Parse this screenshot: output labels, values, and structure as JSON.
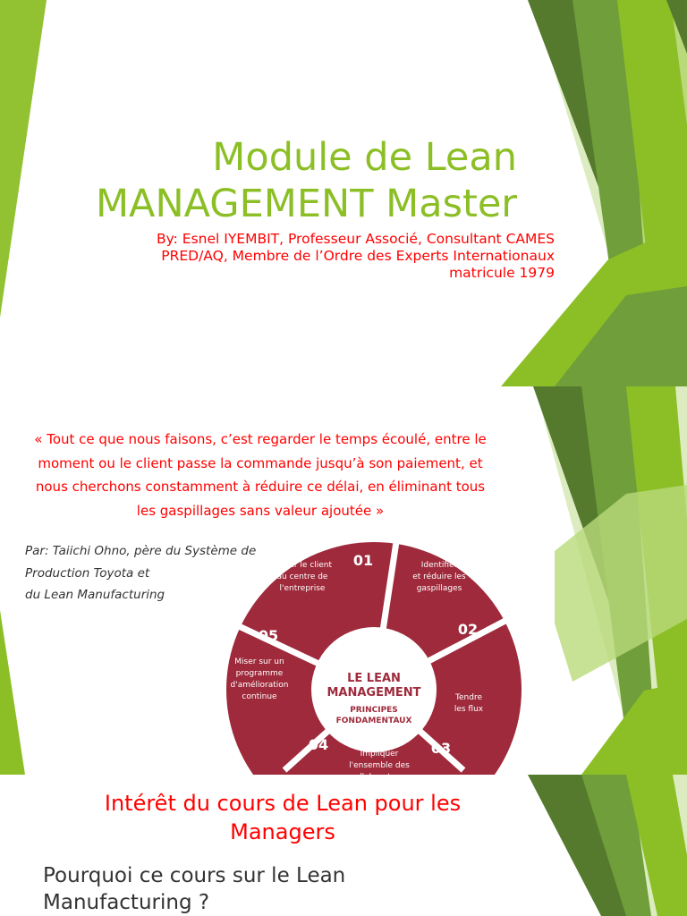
{
  "slide1": {
    "title_line1": "Module de Lean",
    "title_line2": "MANAGEMENT Master",
    "author_line1": "By: Esnel IYEMBIT, Professeur Associé, Consultant CAMES",
    "author_line2": "PRED/AQ, Membre de l’Ordre des Experts Internationaux",
    "author_line3": "matricule  1979"
  },
  "slide2": {
    "quote_line1": "« Tout ce que nous faisons, c’est regarder le temps écoulé, entre le",
    "quote_line2": "moment ou le client passe la commande jusqu’à son paiement, et",
    "quote_line3": "nous cherchons constamment à réduire ce délai, en éliminant tous",
    "quote_line4": "les gaspillages sans valeur ajoutée »",
    "byline_line1": "Par: Taiichi Ohno, père du Système de",
    "byline_line2": "Production Toyota et",
    "byline_line3": "du Lean Manufacturing",
    "diagram": {
      "center_line1": "LE LEAN",
      "center_line2": "MANAGEMENT",
      "center_sub1": "PRINCIPES",
      "center_sub2": "FONDAMENTAUX",
      "steps": [
        {
          "number": "01",
          "line1": "Placer le client",
          "line2": "au centre de",
          "line3": "l'entreprise",
          "line4": ""
        },
        {
          "number": "02",
          "line1": "Identifier",
          "line2": "et réduire les",
          "line3": "gaspillages",
          "line4": ""
        },
        {
          "number": "03",
          "line1": "Tendre",
          "line2": "les flux",
          "line3": "",
          "line4": ""
        },
        {
          "number": "04",
          "line1": "Impliquer",
          "line2": "l'ensemble des",
          "line3": "collaborateurs",
          "line4": ""
        },
        {
          "number": "05",
          "line1": "Miser sur un",
          "line2": "programme",
          "line3": "d'amélioration",
          "line4": "continue"
        }
      ]
    }
  },
  "slide3": {
    "heading_line1": "Intérêt du cours de Lean pour les",
    "heading_line2": "Managers",
    "question_line1": "Pourquoi ce cours sur  le Lean",
    "question_line2": "Manufacturing ?"
  },
  "colors": {
    "title_green": "#8cbf26",
    "accent_red": "#ff0000",
    "wheel_red": "#9e2a3b",
    "deco_greens": [
      "#557a2e",
      "#6f9e3a",
      "#8cbf26",
      "#b9d97a",
      "#dcecc0"
    ]
  }
}
